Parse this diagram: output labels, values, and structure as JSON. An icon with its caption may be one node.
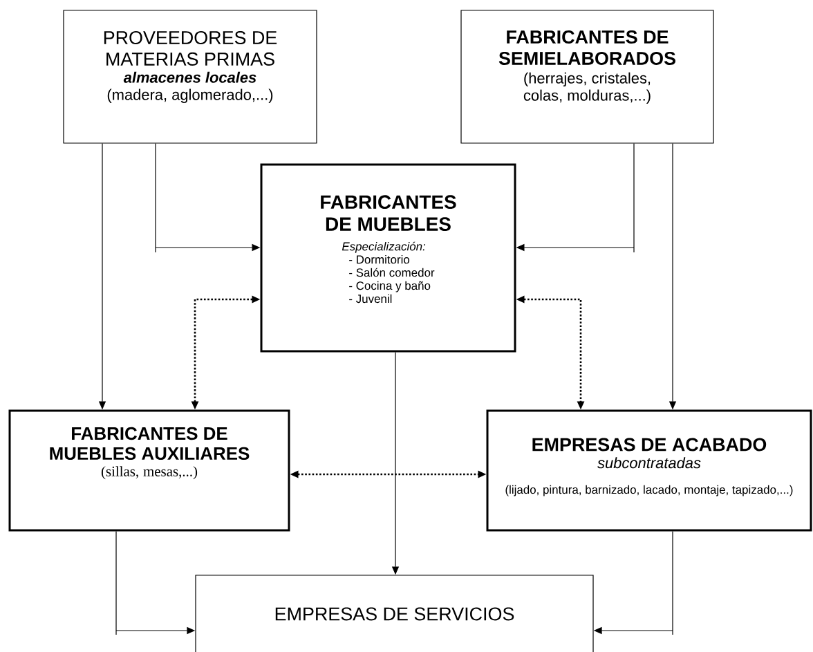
{
  "diagram": {
    "nodes": [
      {
        "text": [
          "PROVEEDORES DE MATERIAS PRIMAS",
          "almacenes locales",
          "(madera, aglomerado,...)"
        ]
      },
      {
        "text": [
          "FABRICANTES DE SEMIELABORADOS",
          "(herrajes, cristales, colas, molduras,...)"
        ]
      },
      {
        "text": [
          "FABRICANTES DE MUEBLES",
          "Especialización:",
          "- Dormitorio",
          "- Salón comedor",
          "- Cocina y baño",
          "- Juvenil"
        ]
      },
      {
        "text": [
          "FABRICANTES DE MUEBLES AUXILIARES",
          "(sillas, mesas,...)"
        ]
      },
      {
        "text": [
          "EMPRESAS DE ACABADO",
          "subcontratadas",
          "(lijado, pintura, barnizado, lacado, montaje, tapizado,...)"
        ]
      },
      {
        "text": [
          "EMPRESAS DE SERVICIOS"
        ]
      }
    ],
    "edges": [
      {
        "from": 0,
        "to": 3,
        "arrow": "to"
      },
      {
        "from": 0,
        "to": 2,
        "arrow": "to"
      },
      {
        "from": 1,
        "to": 2,
        "arrow": "to"
      },
      {
        "from": 1,
        "to": 4,
        "arrow": "to"
      },
      {
        "from": 2,
        "to": 3,
        "arrow": "both",
        "style": "dashed"
      },
      {
        "from": 2,
        "to": 4,
        "arrow": "both",
        "style": "dashed"
      },
      {
        "from": 3,
        "to": 4,
        "arrow": "both",
        "style": "dashed"
      },
      {
        "from": 2,
        "to": 5,
        "arrow": "to"
      },
      {
        "from": 3,
        "to": 5,
        "arrow": "to"
      },
      {
        "from": 4,
        "to": 5,
        "arrow": "to"
      }
    ]
  }
}
